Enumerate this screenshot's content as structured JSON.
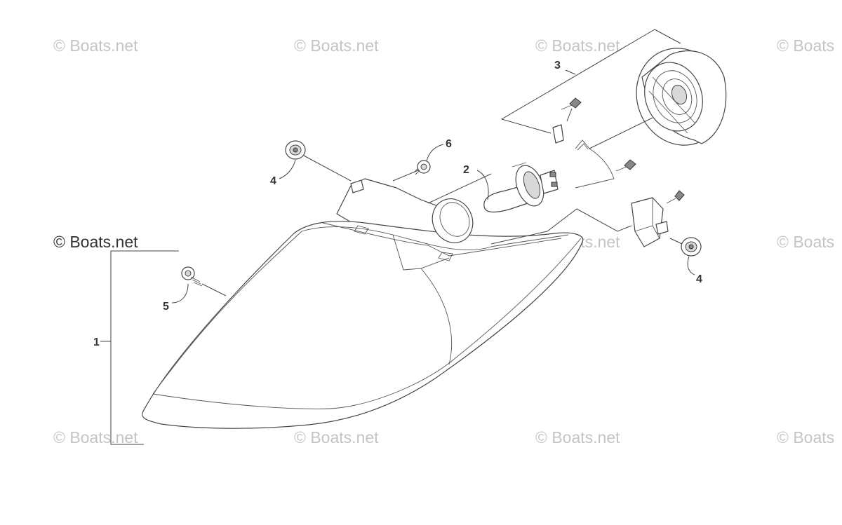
{
  "watermark": {
    "text": "© Boats.net",
    "text_clipped": "© Boats"
  },
  "callouts": {
    "c1": "1",
    "c2": "2",
    "c3": "3",
    "c4a": "4",
    "c4b": "4",
    "c5": "5",
    "c6": "6"
  },
  "colors": {
    "line": "#444444",
    "watermark": "#c4c4c4",
    "callout_text": "#333333"
  }
}
